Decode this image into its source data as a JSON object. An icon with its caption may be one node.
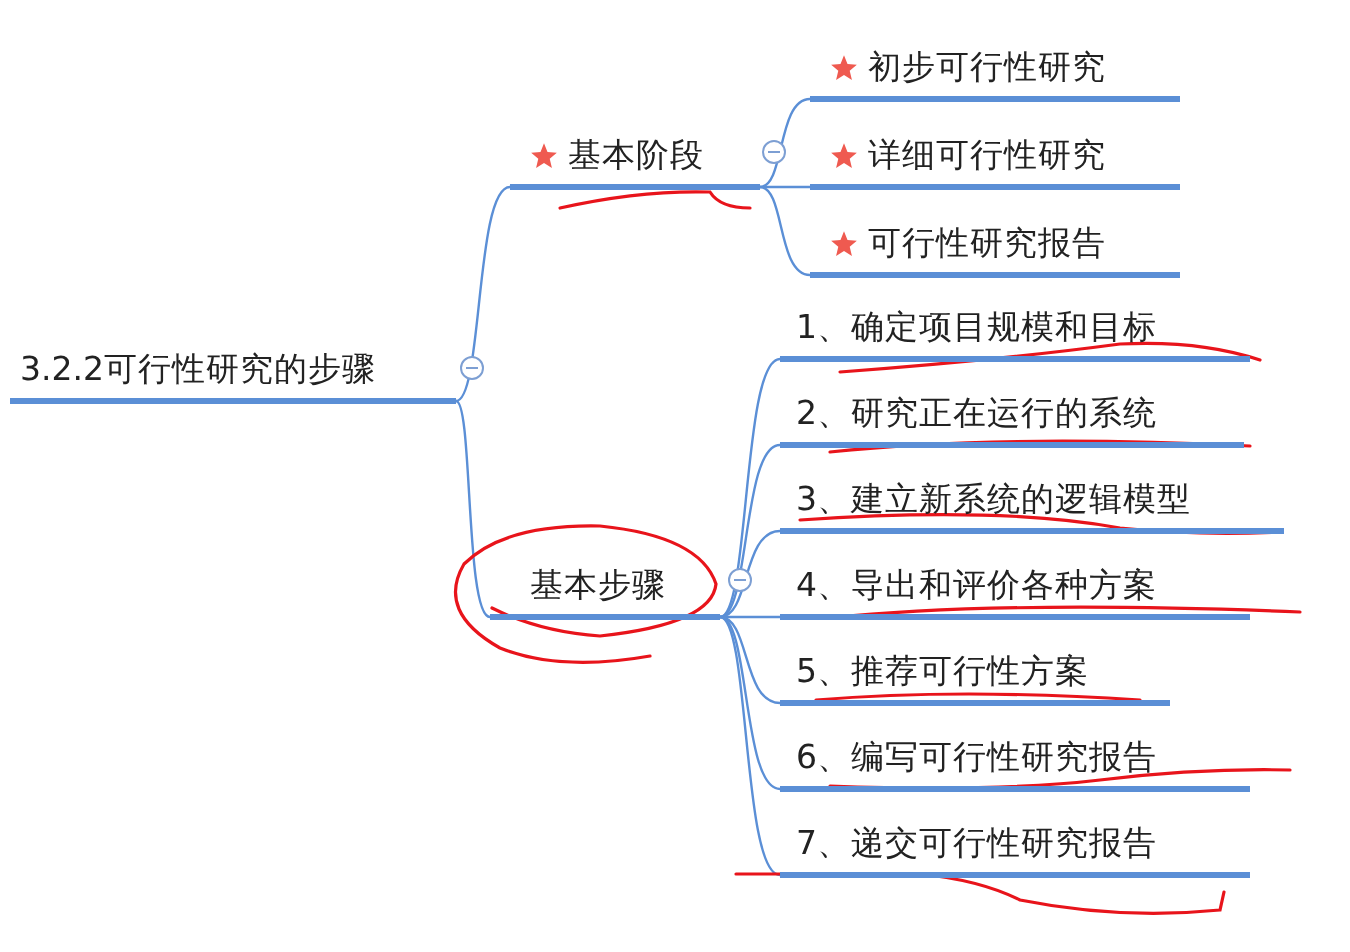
{
  "diagram": {
    "nodes": [
      {
        "text": [
          "3.2.2可行性研究的步骤"
        ]
      },
      {
        "text": [
          "基本阶段"
        ]
      },
      {
        "text": [
          "初步可行性研究"
        ]
      },
      {
        "text": [
          "详细可行性研究"
        ]
      },
      {
        "text": [
          "可行性研究报告"
        ]
      },
      {
        "text": [
          "基本步骤"
        ]
      },
      {
        "text": [
          "1、确定项目规模和目标"
        ]
      },
      {
        "text": [
          "2、研究正在运行的系统"
        ]
      },
      {
        "text": [
          "3、建立新系统的逻辑模型"
        ]
      },
      {
        "text": [
          "4、导出和评价各种方案"
        ]
      },
      {
        "text": [
          "5、推荐可行性方案"
        ]
      },
      {
        "text": [
          "6、编写可行性研究报告"
        ]
      },
      {
        "text": [
          "7、递交可行性研究报告"
        ]
      }
    ],
    "edges": [
      {
        "from": 0,
        "to": 1,
        "arrow": "none"
      },
      {
        "from": 0,
        "to": 5,
        "arrow": "none"
      },
      {
        "from": 1,
        "to": 2,
        "arrow": "none"
      },
      {
        "from": 1,
        "to": 3,
        "arrow": "none"
      },
      {
        "from": 1,
        "to": 4,
        "arrow": "none"
      },
      {
        "from": 5,
        "to": 6,
        "arrow": "none"
      },
      {
        "from": 5,
        "to": 7,
        "arrow": "none"
      },
      {
        "from": 5,
        "to": 8,
        "arrow": "none"
      },
      {
        "from": 5,
        "to": 9,
        "arrow": "none"
      },
      {
        "from": 5,
        "to": 10,
        "arrow": "none"
      },
      {
        "from": 5,
        "to": 11,
        "arrow": "none"
      },
      {
        "from": 5,
        "to": 12,
        "arrow": "none"
      }
    ]
  }
}
